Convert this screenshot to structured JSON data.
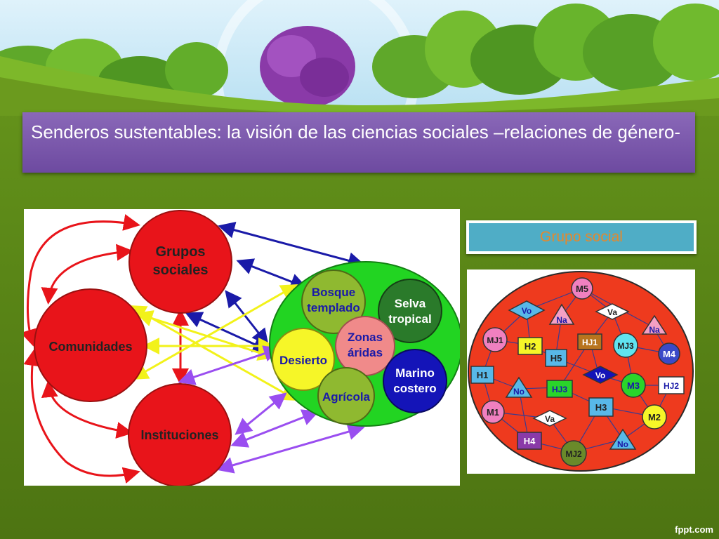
{
  "slide": {
    "title": "Senderos sustentables: la visión de las ciencias sociales –relaciones de género-",
    "group_label": "Grupo social",
    "footer_brand": "fppt.com"
  },
  "left_diagram": {
    "nodes": {
      "grupos_line1": "Grupos",
      "grupos_line2": "sociales",
      "comunidades": "Comunidades",
      "instituciones": "Instituciones"
    },
    "ecosystems": {
      "bosque_line1": "Bosque",
      "bosque_line2": "templado",
      "selva_line1": "Selva",
      "selva_line2": "tropical",
      "zonas_line1": "Zonas",
      "zonas_line2": "áridas",
      "desierto": "Desierto",
      "marino_line1": "Marino",
      "marino_line2": "costero",
      "agricola": "Agrícola"
    },
    "colors": {
      "red": "#e8141a",
      "green": "#22d422",
      "blue": "#1a1aa8",
      "yellow": "#f2f21a",
      "purple": "#9a4ef0"
    }
  },
  "right_diagram": {
    "nodes": {
      "m5": "M5",
      "vo1": "Vo",
      "na1": "Na",
      "va1": "Va",
      "na2": "Na",
      "mj1": "MJ1",
      "h2": "H2",
      "hj1": "HJ1",
      "mj3": "MJ3",
      "m4": "M4",
      "h5": "H5",
      "h1": "H1",
      "vo2": "Vo",
      "no1": "No",
      "hj3": "HJ3",
      "m3": "M3",
      "hj2": "HJ2",
      "h3": "H3",
      "m1": "M1",
      "va2": "Va",
      "m2": "M2",
      "h4": "H4",
      "mj2": "MJ2",
      "no2": "No"
    },
    "colors": {
      "background": "#ee3a1e"
    }
  }
}
